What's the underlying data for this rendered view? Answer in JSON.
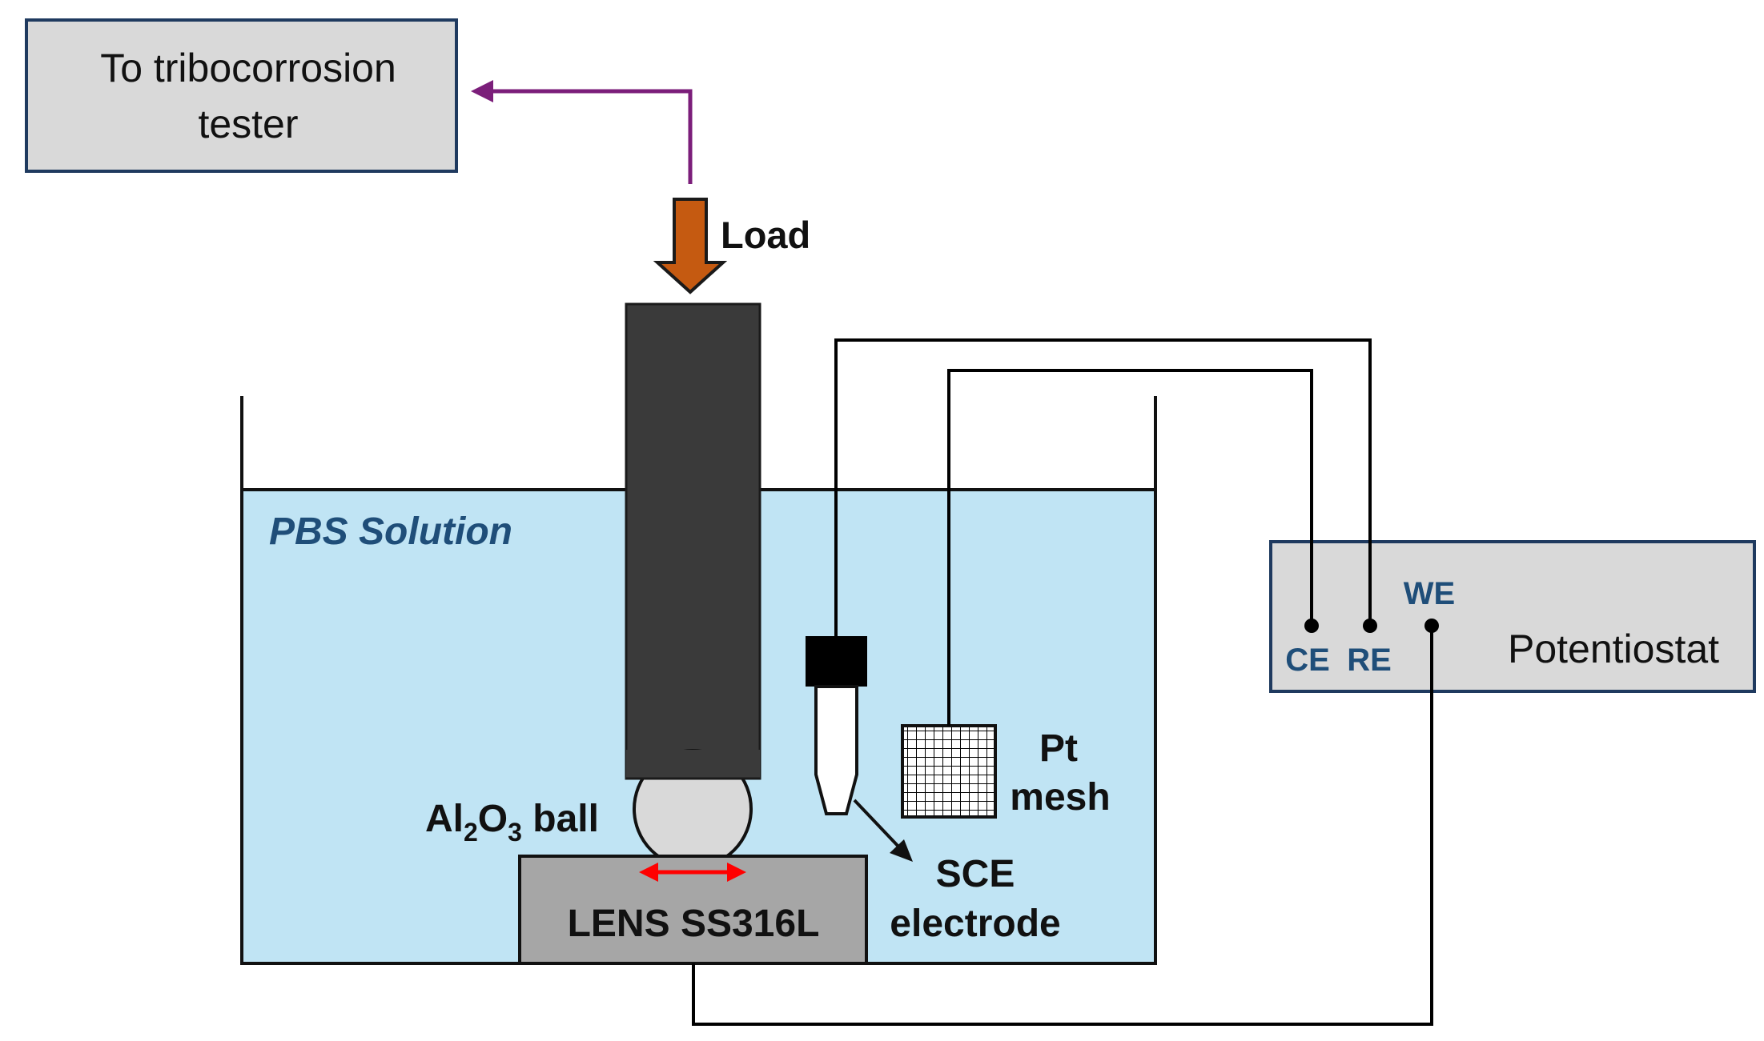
{
  "labels": {
    "tester_line1": "To tribocorrosion",
    "tester_line2": "tester",
    "load": "Load",
    "pbs_solution": "PBS Solution",
    "ball_al": "Al",
    "ball_sub2": "2",
    "ball_o": "O",
    "ball_sub3": "3",
    "ball_word": " ball",
    "sample": "LENS SS316L",
    "sce_line1": "SCE",
    "sce_line2": "electrode",
    "pt_line1": "Pt",
    "pt_line2": "mesh",
    "potentiostat": "Potentiostat",
    "terminal_ce": "CE",
    "terminal_re": "RE",
    "terminal_we": "WE"
  },
  "colors": {
    "box_fill": "#d9d9d9",
    "box_stroke": "#1f3a5f",
    "solution_fill": "#c0e4f4",
    "rod_fill": "#3a3a3a",
    "ball_fill": "#d9d9d9",
    "sample_fill": "#a6a6a6",
    "load_arrow": "#c55a11",
    "tester_link": "#7b1e7a",
    "motion_arrow": "#ff0000",
    "terminal_text": "#1f4e79",
    "pbs_text": "#1f4e79",
    "wire": "#000000"
  }
}
